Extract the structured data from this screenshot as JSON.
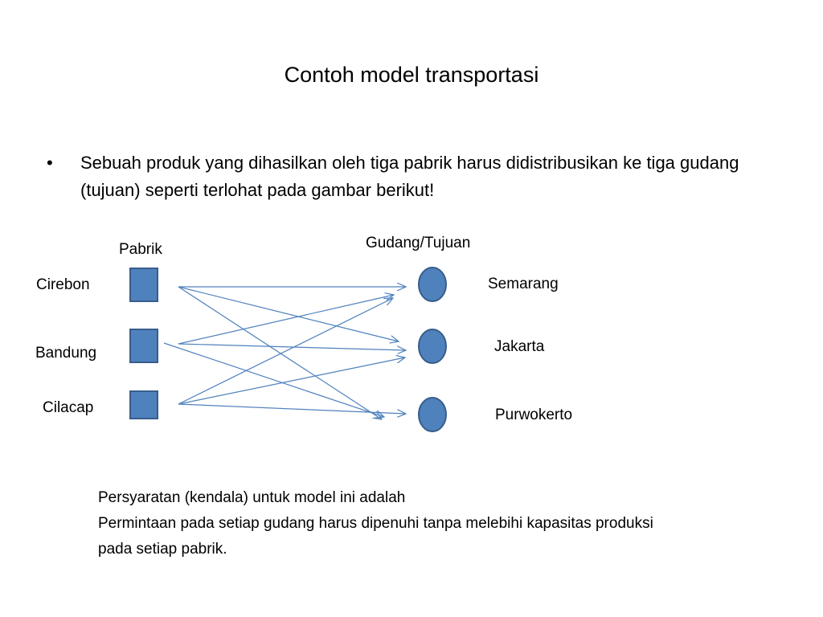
{
  "slide": {
    "title": "Contoh model transportasi",
    "bullet": "Sebuah produk yang dihasilkan oleh tiga pabrik harus didistribusikan  ke tiga gudang (tujuan) seperti terlohat pada gambar berikut!"
  },
  "diagram": {
    "factories_heading": "Pabrik",
    "warehouses_heading": "Gudang/Tujuan",
    "factories": [
      "Cirebon",
      "Bandung",
      "Cilacap"
    ],
    "warehouses": [
      "Semarang",
      "Jakarta",
      "Purwokerto"
    ],
    "colors": {
      "node_fill": "#4f81bd",
      "node_stroke": "#385d8a",
      "arrow": "#4f81bd"
    }
  },
  "constraints": {
    "line1": "Persyaratan  (kendala) untuk model ini adalah",
    "line2": "Permintaan pada setiap gudang harus dipenuhi tanpa melebihi kapasitas produksi",
    "line3": "pada setiap pabrik."
  }
}
